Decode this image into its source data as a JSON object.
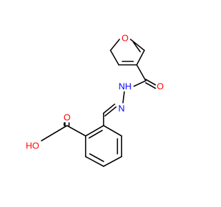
{
  "molecule": {
    "colors": {
      "bond": "#000000",
      "oxygen": "#ff0000",
      "nitrogen": "#0000ff",
      "background": "#ffffff"
    },
    "atoms": {
      "furan_o": {
        "label": "O",
        "element": "oxygen"
      },
      "carbonyl_o": {
        "label": "O",
        "element": "oxygen"
      },
      "nh": {
        "label": "NH",
        "element": "nitrogen"
      },
      "imine_n": {
        "label": "N",
        "element": "nitrogen"
      },
      "acid_carbonyl_o": {
        "label": "O",
        "element": "oxygen"
      },
      "acid_oh": {
        "label": "HO",
        "element": "oxygen"
      }
    }
  }
}
